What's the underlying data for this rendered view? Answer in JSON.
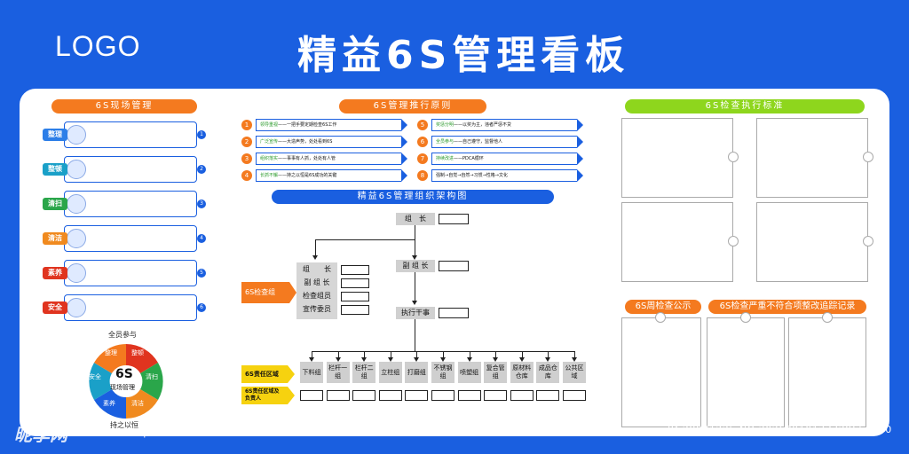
{
  "header": {
    "logo": "LOGO",
    "title": "精益6S管理看板"
  },
  "sections": {
    "site": "6S现场管理",
    "principles": "6S管理推行原则",
    "org": "精益6S管理组织架构图",
    "standard": "6S检查执行标准",
    "weekly": "6S周检查公示",
    "tracking": "6S检查严重不符合项整改追踪记录"
  },
  "s6_items": [
    {
      "tag": "整理",
      "color": "#2c7ee8",
      "num": "1"
    },
    {
      "tag": "整顿",
      "color": "#1aa0c8",
      "num": "2"
    },
    {
      "tag": "清扫",
      "color": "#2aa64a",
      "num": "3"
    },
    {
      "tag": "清洁",
      "color": "#f08a1f",
      "num": "4"
    },
    {
      "tag": "素养",
      "color": "#e0341f",
      "num": "5"
    },
    {
      "tag": "安全",
      "color": "#e0341f",
      "num": "6"
    }
  ],
  "wheel": {
    "top": "全员参与",
    "bottom": "持之以恒",
    "center_big": "6S",
    "center_small": "现场管理",
    "segments": [
      "整理",
      "整顿",
      "清扫",
      "清洁",
      "素养",
      "安全"
    ]
  },
  "principles": [
    {
      "num": "1",
      "key": "领导重视",
      "text": "——一把手要定期检查6S工作"
    },
    {
      "num": "2",
      "key": "广泛宣传",
      "text": "——大造声势，处处看到6S"
    },
    {
      "num": "3",
      "key": "组织落实",
      "text": "——事事有人抓，处处有人管"
    },
    {
      "num": "4",
      "key": "长抓不懈",
      "text": "——持之以恒是6S成功的关键"
    },
    {
      "num": "5",
      "key": "奖惩分明",
      "text": "——以奖为主，违者严惩不贷"
    },
    {
      "num": "6",
      "key": "全员参与",
      "text": "——自己遵守，监督他人"
    },
    {
      "num": "7",
      "key": "持续改进",
      "text": "——PDCA循环"
    },
    {
      "num": "8",
      "key": "",
      "text": "强制→自觉→自然→习惯→性格→文化"
    }
  ],
  "org": {
    "leader": "组　长",
    "deputy": "副 组 长",
    "executive": "执行干事",
    "check_group_tag": "6S检查组",
    "members": [
      "组　　长",
      "副 组 长",
      "检查组员",
      "宣传委员"
    ],
    "area_tag": "6S责任区域",
    "area_owner_tag": "6S责任区域及负责人",
    "depts": [
      "下料组",
      "栏杆一组",
      "栏杆二组",
      "立柱组",
      "打磨组",
      "不锈钢组",
      "喷塑组",
      "复合管组",
      "原材料仓库",
      "成品仓库",
      "公共区域"
    ]
  },
  "footer": {
    "watermark": "昵享网",
    "watermark_url": "www.nipic.cn",
    "id": "ID:28081225 NO:20260910133729650100"
  }
}
